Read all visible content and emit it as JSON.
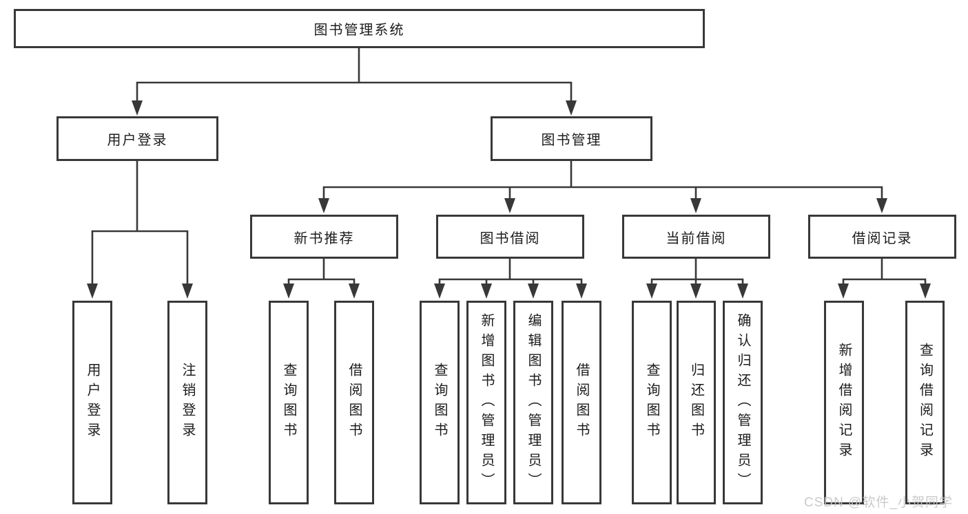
{
  "tree": {
    "label": "图书管理系统",
    "children": [
      {
        "label": "用户登录",
        "children": [
          {
            "label": "用户登录"
          },
          {
            "label": "注销登录"
          }
        ]
      },
      {
        "label": "图书管理",
        "children": [
          {
            "label": "新书推荐",
            "children": [
              {
                "label": "查询图书"
              },
              {
                "label": "借阅图书"
              }
            ]
          },
          {
            "label": "图书借阅",
            "children": [
              {
                "label": "查询图书"
              },
              {
                "label": "新增图书（管理员）"
              },
              {
                "label": "编辑图书（管理员）"
              },
              {
                "label": "借阅图书"
              }
            ]
          },
          {
            "label": "当前借阅",
            "children": [
              {
                "label": "查询图书"
              },
              {
                "label": "归还图书"
              },
              {
                "label": "确认归还（管理员）"
              }
            ]
          },
          {
            "label": "借阅记录",
            "children": [
              {
                "label": "新增借阅记录"
              },
              {
                "label": "查询借阅记录"
              }
            ]
          }
        ]
      }
    ]
  },
  "watermark": "CSDN @软件_小贺同学",
  "colors": {
    "line": "#383838",
    "box_border": "#383838",
    "text": "#1c1c1c",
    "watermark": "#c5c5c5",
    "background": "#ffffff"
  }
}
